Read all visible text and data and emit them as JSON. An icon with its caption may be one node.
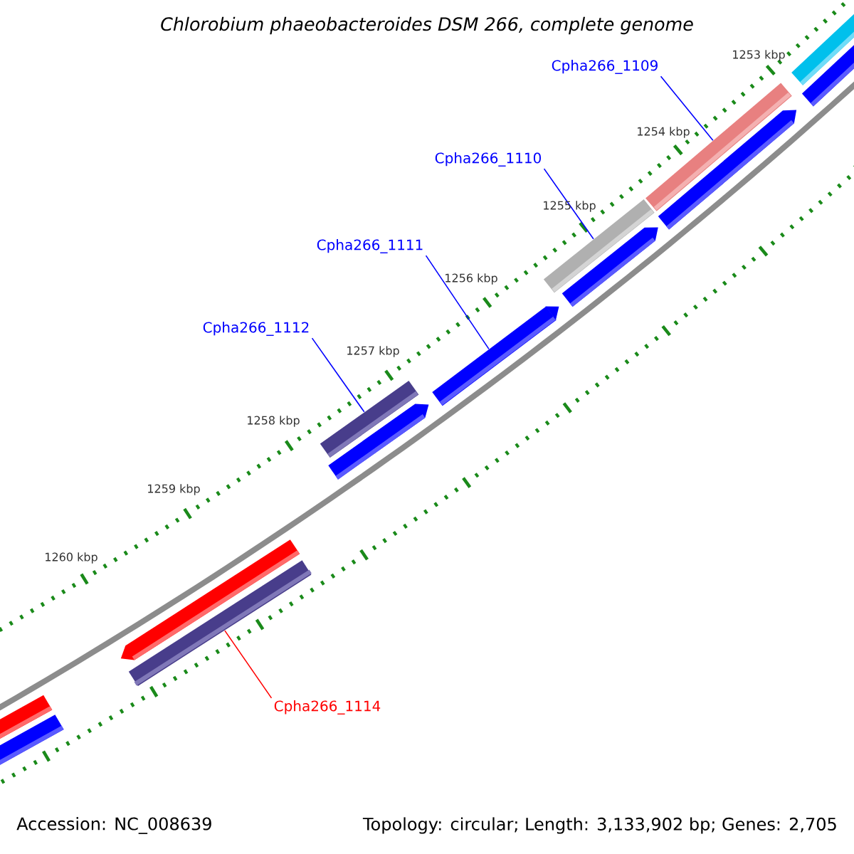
{
  "diagram": {
    "title": "Chlorobium phaeobacteroides DSM 266, complete genome",
    "nodes": [
      {
        "text": [
          "Cpha266_1109"
        ]
      },
      {
        "text": [],
        "shape": "bar"
      },
      {
        "text": [
          "Cpha266_1110"
        ]
      },
      {
        "text": [],
        "shape": "bar"
      },
      {
        "text": [
          "Cpha266_1111"
        ]
      },
      {
        "text": [],
        "shape": "bar"
      },
      {
        "text": [
          "Cpha266_1112"
        ]
      },
      {
        "text": [],
        "shape": "bar"
      },
      {
        "text": [
          "Cpha266_1114"
        ]
      },
      {
        "text": [],
        "shape": "bar"
      }
    ],
    "edges": [
      {
        "from": 0,
        "to": 1,
        "arrow": "none"
      },
      {
        "from": 2,
        "to": 3,
        "arrow": "none"
      },
      {
        "from": 4,
        "to": 5,
        "arrow": "none"
      },
      {
        "from": 6,
        "to": 7,
        "arrow": "none"
      },
      {
        "from": 8,
        "to": 9,
        "arrow": "none",
        "color": "#ff0000"
      }
    ],
    "labels": [
      "1253 kbp",
      "1254 kbp",
      "1255 kbp",
      "1256 kbp",
      "1257 kbp",
      "1258 kbp",
      "1259 kbp",
      "1260 kbp",
      "Accession: NC_008639",
      "Topology: circular; Length: 3,133,902 bp; Genes: 2,705"
    ]
  }
}
